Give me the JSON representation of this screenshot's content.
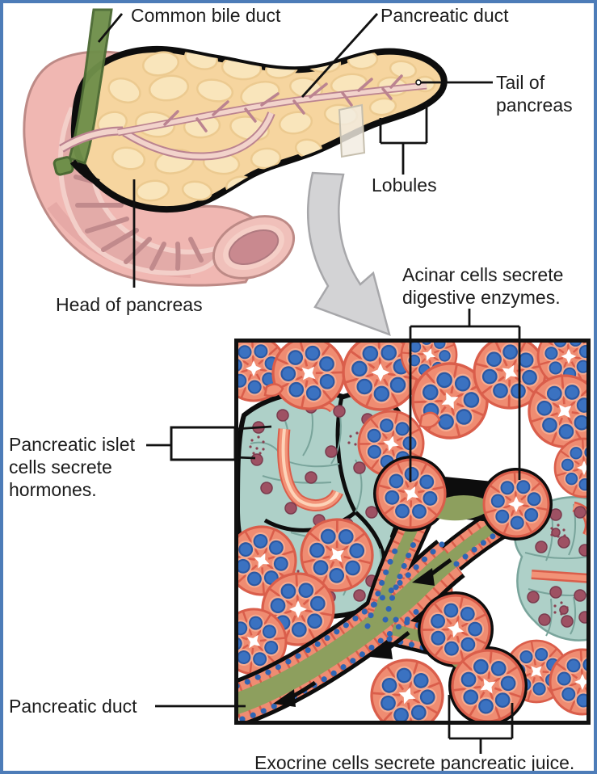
{
  "figure": {
    "title": "Pancreas anatomy and exocrine/endocrine histology diagram",
    "macro_labels": {
      "common_bile_duct": "Common bile duct",
      "pancreatic_duct": "Pancreatic duct",
      "tail_of_pancreas": "Tail of pancreas",
      "lobules": "Lobules",
      "head_of_pancreas": "Head of pancreas"
    },
    "micro_labels": {
      "acinar_cells": "Acinar cells secrete digestive enzymes.",
      "islet_cells": "Pancreatic islet cells secrete hormones.",
      "pancreatic_duct": "Pancreatic duct",
      "exocrine_cells": "Exocrine cells secrete pancreatic juice."
    },
    "colors": {
      "frame": "#4d7cb8",
      "text": "#1c1c1c",
      "line": "#111111",
      "pancreas": "#f6d59f",
      "lobule": "#f9e5bb",
      "lobule_edge": "#ecca90",
      "duodenum": "#f0b7b2",
      "duodenum_edge": "#bd8a86",
      "bile_green": "#6f8f4a",
      "bile_edge": "#4c6a33",
      "duct_pink": "#f2d3cb",
      "duct_pink_edge": "#bb8390",
      "acinar": "#ef8c72",
      "acinar_edge": "#da5e4b",
      "acinar_light": "#f6ab90",
      "nucleus_blue": "#3b72c1",
      "nucleus_blue_edge": "#2b58a2",
      "islet": "#aed0c8",
      "islet_border": "#79a49b",
      "islet_nucleus": "#9e5163",
      "duct_green": "#8d9f5e",
      "arrow_gray": "#d3d3d5"
    }
  }
}
